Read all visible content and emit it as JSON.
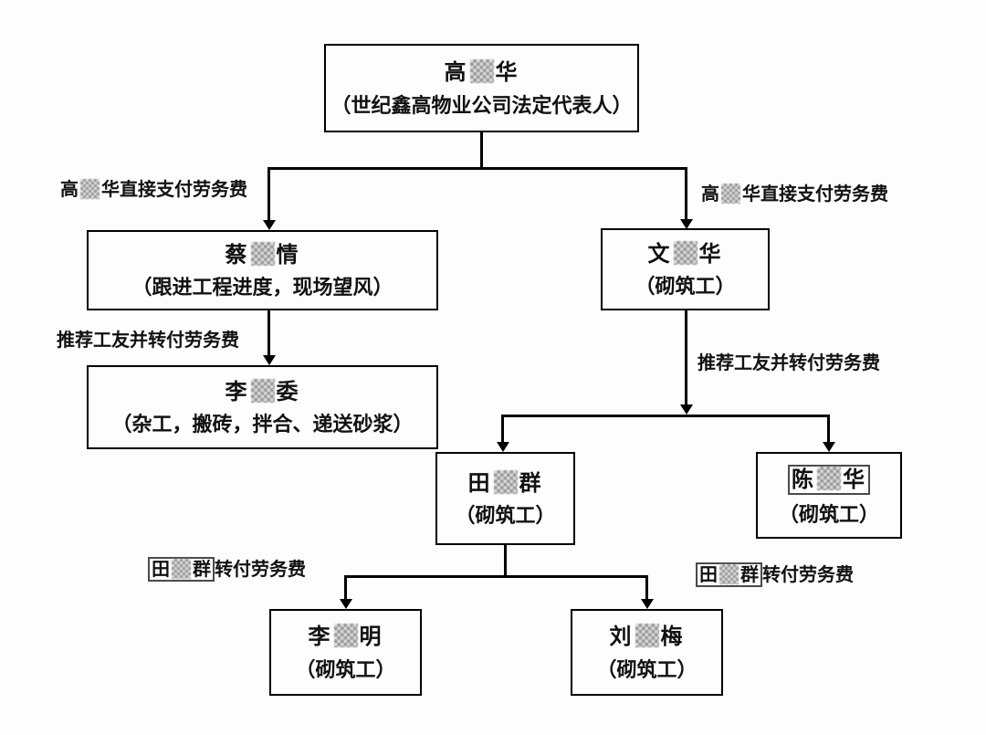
{
  "background": "#fdfdfd",
  "line_color": "#000000",
  "diagram": {
    "nodes": {
      "gao": {
        "name_pre": "高",
        "name_post": "华",
        "subtitle": "（世纪鑫高物业公司法定代表人）"
      },
      "cai": {
        "name_pre": "蔡",
        "name_post": "情",
        "subtitle": "（跟进工程进度，现场望风）"
      },
      "wen": {
        "name_pre": "文",
        "name_post": "华",
        "subtitle": "（砌筑工）"
      },
      "liwei": {
        "name_pre": "李",
        "name_post": "委",
        "subtitle": "（杂工，搬砖，拌合、递送砂浆）"
      },
      "tian": {
        "name_pre": "田",
        "name_post": "群",
        "subtitle": "（砌筑工）"
      },
      "chen": {
        "name_pre": "陈",
        "name_post": "华",
        "subtitle": "（砌筑工）"
      },
      "liming": {
        "name_pre": "李",
        "name_post": "明",
        "subtitle": "（砌筑工）"
      },
      "liu": {
        "name_pre": "刘",
        "name_post": "梅",
        "subtitle": "（砌筑工）"
      }
    },
    "labels": {
      "pay_left": {
        "pre": "高",
        "post": "华直接支付劳务费"
      },
      "pay_right": {
        "pre": "高",
        "post": "华直接支付劳务费"
      },
      "refer_left": "推荐工友并转付劳务费",
      "refer_right": "推荐工友并转付劳务费",
      "tian_pay_left": {
        "pre": "田",
        "post": "群",
        "rest": "转付劳务费"
      },
      "tian_pay_right": {
        "pre": "田",
        "post": "群",
        "rest": "转付劳务费"
      }
    }
  }
}
